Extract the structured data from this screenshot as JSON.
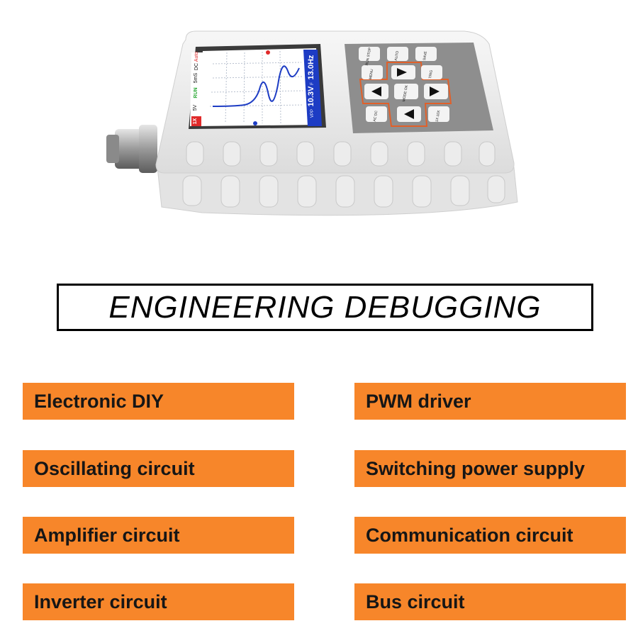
{
  "title": "ENGINEERING DEBUGGING",
  "applications": [
    "Electronic DIY",
    "PWM driver",
    "Oscillating circuit",
    "Switching power supply",
    "Amplifier circuit",
    "Communication circuit",
    "Inverter circuit",
    "Bus circuit"
  ],
  "device": {
    "screen": {
      "probe": "1X",
      "volts_div": "5V",
      "run": "RUN",
      "timebase": "5mS",
      "coupling": "DC",
      "trigger": "Auto",
      "vpp_label": "VPP",
      "vpp_value": "10.3",
      "vpp_unit": "V",
      "freq_label": "F",
      "freq_value": "13.0",
      "freq_unit": "Hz"
    },
    "keys": {
      "run_stop": "RUN STOP",
      "auto": "AUTO",
      "save": "SAVE",
      "menu": "MENU",
      "trig": "TRIG",
      "mode": "MODE OK",
      "ac_dc": "AC DC",
      "x1_x10": "1X 10X"
    }
  },
  "colors": {
    "accent_orange": "#f7862a",
    "key_outline": "#e0602a",
    "screen_blue": "#1d3cc4",
    "run_green": "#2faa3a",
    "probe_red": "#e02a2a"
  }
}
